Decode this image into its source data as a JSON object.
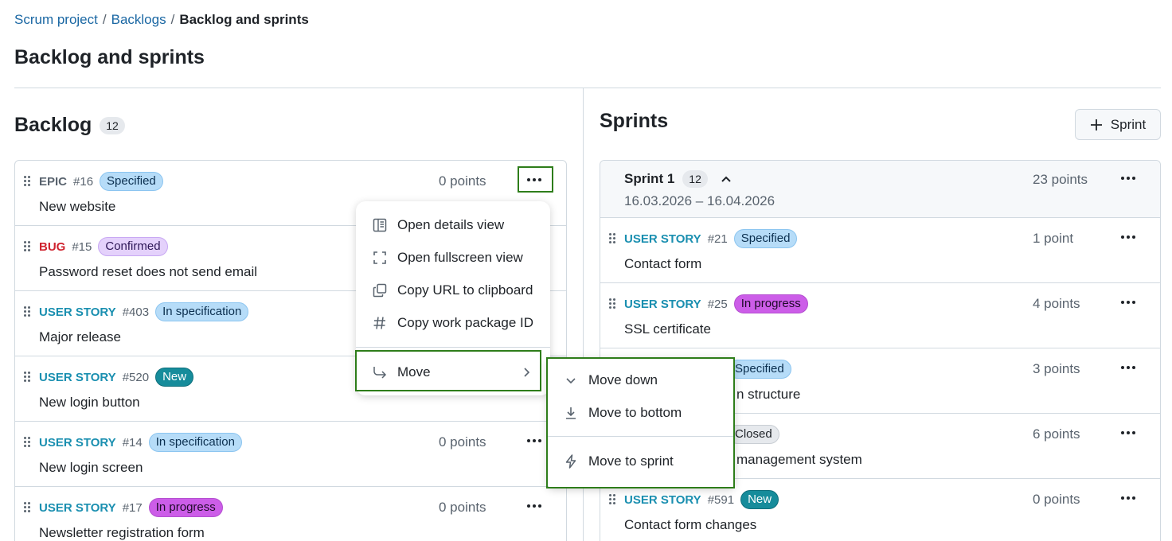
{
  "breadcrumb": {
    "items": [
      "Scrum project",
      "Backlogs"
    ],
    "separator": "/",
    "current": "Backlog and sprints"
  },
  "page_title": "Backlog and sprints",
  "backlog": {
    "title": "Backlog",
    "count": "12",
    "items": [
      {
        "type": "EPIC",
        "type_color": "#59636e",
        "id": "#16",
        "status": "Specified",
        "status_bg": "#b6dcf8",
        "status_border": "#8cc5f0",
        "status_fg": "#0b2f4f",
        "subject": "New website",
        "points": "0 points"
      },
      {
        "type": "BUG",
        "type_color": "#cf222e",
        "id": "#15",
        "status": "Confirmed",
        "status_bg": "#e4d1fb",
        "status_border": "#c8a8f3",
        "status_fg": "#2d1656",
        "subject": "Password reset does not send email",
        "points": ""
      },
      {
        "type": "USER STORY",
        "type_color": "#1a8fb0",
        "id": "#403",
        "status": "In specification",
        "status_bg": "#b6dcf8",
        "status_border": "#8cc5f0",
        "status_fg": "#0b2f4f",
        "subject": "Major release",
        "points": ""
      },
      {
        "type": "USER STORY",
        "type_color": "#1a8fb0",
        "id": "#520",
        "status": "New",
        "status_bg": "#168c9b",
        "status_border": "#0e6f7c",
        "status_fg": "#ffffff",
        "subject": "New login button",
        "points": ""
      },
      {
        "type": "USER STORY",
        "type_color": "#1a8fb0",
        "id": "#14",
        "status": "In specification",
        "status_bg": "#b6dcf8",
        "status_border": "#8cc5f0",
        "status_fg": "#0b2f4f",
        "subject": "New login screen",
        "points": "0 points"
      },
      {
        "type": "USER STORY",
        "type_color": "#1a8fb0",
        "id": "#17",
        "status": "In progress",
        "status_bg": "#cc5de8",
        "status_border": "#b44fd0",
        "status_fg": "#1f0a2a",
        "subject": "Newsletter registration form",
        "points": "0 points"
      }
    ]
  },
  "sprints": {
    "title": "Sprints",
    "add_button_label": "Sprint",
    "sprint1": {
      "name": "Sprint 1",
      "count": "12",
      "dates": "16.03.2026 – 16.04.2026",
      "points": "23 points",
      "items": [
        {
          "type": "USER STORY",
          "type_color": "#1a8fb0",
          "id": "#21",
          "status": "Specified",
          "status_bg": "#b6dcf8",
          "status_border": "#8cc5f0",
          "status_fg": "#0b2f4f",
          "subject": "Contact form",
          "points": "1 point"
        },
        {
          "type": "USER STORY",
          "type_color": "#1a8fb0",
          "id": "#25",
          "status": "In progress",
          "status_bg": "#cc5de8",
          "status_border": "#b44fd0",
          "status_fg": "#1f0a2a",
          "subject": "SSL certificate",
          "points": "4 points"
        },
        {
          "type": "",
          "type_color": "#1a8fb0",
          "id": "",
          "status": "Specified",
          "status_bg": "#b6dcf8",
          "status_border": "#8cc5f0",
          "status_fg": "#0b2f4f",
          "subject": "n structure",
          "points": "3 points"
        },
        {
          "type": "",
          "type_color": "#1a8fb0",
          "id": "",
          "status": "Closed",
          "status_bg": "#e6e9ed",
          "status_border": "#c9ced4",
          "status_fg": "#1f2328",
          "subject": "management system",
          "points": "6 points"
        },
        {
          "type": "USER STORY",
          "type_color": "#1a8fb0",
          "id": "#591",
          "status": "New",
          "status_bg": "#168c9b",
          "status_border": "#0e6f7c",
          "status_fg": "#ffffff",
          "subject": "Contact form changes",
          "points": "0 points"
        }
      ]
    }
  },
  "context_menu": {
    "items": [
      {
        "label": "Open details view",
        "icon": "details-view-icon"
      },
      {
        "label": "Open fullscreen view",
        "icon": "fullscreen-icon"
      },
      {
        "label": "Copy URL to clipboard",
        "icon": "copy-icon"
      },
      {
        "label": "Copy work package ID",
        "icon": "hash-icon"
      }
    ],
    "move": {
      "label": "Move",
      "icon": "move-arrow-icon"
    }
  },
  "move_submenu": {
    "items": [
      {
        "label": "Move down",
        "icon": "chevron-down-icon"
      },
      {
        "label": "Move to bottom",
        "icon": "move-to-bottom-icon"
      },
      {
        "label": "Move to sprint",
        "icon": "lightning-icon"
      }
    ]
  },
  "colors": {
    "link": "#1a67a3",
    "focus_outline": "#2e7d1a",
    "border": "#d1d9e0"
  }
}
